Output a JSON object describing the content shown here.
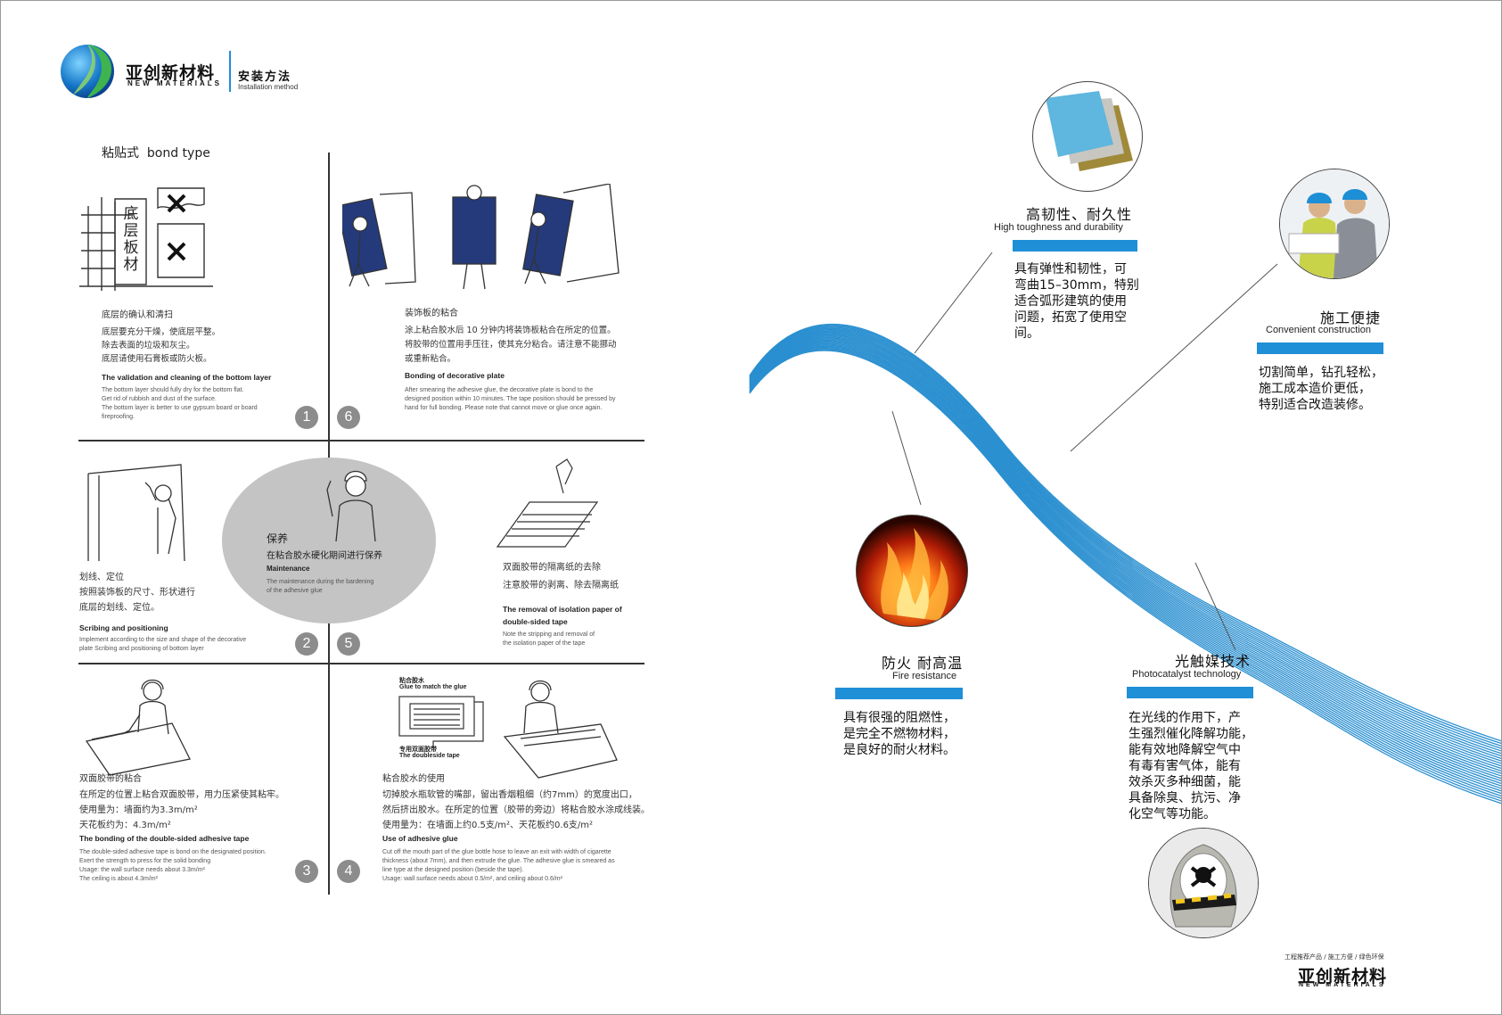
{
  "header": {
    "brand_zh": "亚创新材料",
    "brand_en": "NEW MATERIALS",
    "section_zh": "安装方法",
    "section_en": "Installation method"
  },
  "bond_type_label": "粘贴式  bond type",
  "steps": [
    {
      "num": "1",
      "title_zh": "底层的确认和清扫",
      "body_zh": [
        "底层要充分干燥，使底层平整。",
        "除去表面的垃圾和灰尘。",
        "底层请使用石膏板或防火板。"
      ],
      "title_en": "The validation and cleaning of the bottom layer",
      "body_en": [
        "The bottom layer should fully dry for the bottom flat.",
        "Get rid of rubbish and dust of the surface.",
        "The bottom layer is better to use gypsum board or board",
        "fireproofing."
      ],
      "illus_label": "底层板材"
    },
    {
      "num": "6",
      "title_zh": "装饰板的粘合",
      "body_zh": [
        "涂上粘合胶水后 10 分钟内将装饰板粘合在所定的位置。",
        "将胶带的位置用手压往，使其充分粘合。请注意不能挪动",
        "或重新粘合。"
      ],
      "title_en": "Bonding of decorative plate",
      "body_en": [
        "After smearing the adhesive glue, the decorative plate is bond to the",
        "designed position within 10 minutes. The tape position should be pressed by",
        "hand for full bonding. Please note that cannot move or glue once again."
      ]
    },
    {
      "num": "2",
      "title_zh": "划线、定位",
      "body_zh": [
        "按照装饰板的尺寸、形状进行",
        "底层的划线、定位。"
      ],
      "title_en": "Scribing and positioning",
      "body_en": [
        "Implement according to the size and shape of the decorative",
        "plate Scribing and positioning of bottom layer"
      ]
    },
    {
      "num": "5",
      "title_zh": "双面胶带的隔离纸的去除",
      "body_zh": [
        "注意胶带的剥离、除去隔离纸"
      ],
      "title_en": [
        "The removal of isolation paper of",
        "double-sided tape"
      ],
      "body_en": [
        "Note the stripping and removal of",
        "the isolation paper of the tape"
      ]
    },
    {
      "num": "3",
      "title_zh": "双面胶带的粘合",
      "body_zh": [
        "在所定的位置上粘合双面胶带，用力压紧使其粘牢。",
        "使用量为：墙面约为3.3m/m²",
        "天花板约为：4.3m/m²"
      ],
      "title_en": "The bonding of the double-sided adhesive tape",
      "body_en": [
        "The double-sided adhesive tape is bond on the designated position.",
        "Exert the strength to press for the solid bonding",
        "Usage: the wall surface needs about 3.3m/m²",
        "The ceiling is about 4.3m/m²"
      ]
    },
    {
      "num": "4",
      "title_zh": "粘合胶水的使用",
      "body_zh": [
        "切掉胶水瓶软管的嘴部，留出香烟粗细（约7mm）的宽度出口，",
        "然后挤出胶水。在所定的位置（胶带的旁边）将粘合胶水涂成线装。",
        "使用量为：在墙面上约0.5支/m²、天花板约0.6支/m²"
      ],
      "title_en": "Use of adhesive glue",
      "body_en": [
        "Cut off the mouth part of the glue bottle hose to leave an exit with width of cigarette",
        "thickness (about 7mm), and then extrude the glue. The adhesive glue is smeared as",
        "line type at the designed position (beside the tape).",
        "Usage: wall surface needs about 0.5/m², and ceiling about 0.6/m²"
      ],
      "diagram_label1_zh": "粘合胶水",
      "diagram_label1_en": "Glue to match the glue",
      "diagram_label2_zh": "专用双面胶带",
      "diagram_label2_en": "The doubleside tape"
    }
  ],
  "maintenance": {
    "title_zh": "保养",
    "body_zh": "在粘合胶水硬化期间进行保养",
    "title_en": "Maintenance",
    "body_en": [
      "The maintenance during the bardening",
      "of the adhesive glue"
    ]
  },
  "features": {
    "toughness": {
      "title_zh": "高韧性、耐久性",
      "title_en": "High toughness and durability",
      "body": [
        "具有弹性和韧性，可",
        "弯曲15–30mm，特别",
        "适合弧形建筑的使用",
        "问题，拓宽了使用空",
        "间。"
      ]
    },
    "construction": {
      "title_zh": "施工便捷",
      "title_en": "Convenient construction",
      "body": [
        "切割简单，钻孔轻松，",
        "施工成本造价更低，",
        "特别适合改造装修。"
      ]
    },
    "fire": {
      "title_zh": "防火 耐高温",
      "title_en": "Fire resistance",
      "body": [
        "具有很强的阻燃性，",
        "是完全不燃物材料，",
        "是良好的耐火材料。"
      ]
    },
    "photocatalyst": {
      "title_zh": "光触媒技术",
      "title_en": "Photocatalyst technology",
      "body": [
        "在光线的作用下，产",
        "生强烈催化降解功能，",
        "能有效地降解空气中",
        "有毒有害气体，能有",
        "效杀灭多种细菌，能",
        "具备除臭、抗污、净",
        "化空气等功能。"
      ]
    }
  },
  "footer": {
    "tagline": "工程推荐产品 / 施工方便 / 绿色环保",
    "brand_zh": "亚创新材料",
    "brand_en": "NEW MATERIALS"
  },
  "colors": {
    "accent_blue": "#1f8fd8",
    "wave_blue": "#2a8fd0",
    "grey_circle": "#c4c4c4"
  }
}
